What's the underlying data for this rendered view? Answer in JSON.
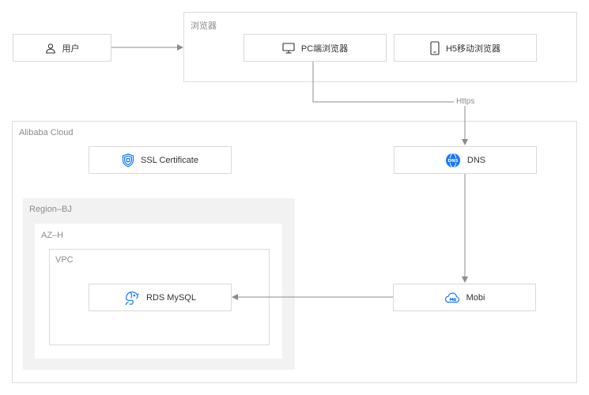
{
  "groups": {
    "browser": "浏览器",
    "cloud": "Alibaba Cloud",
    "region": "Region–BJ",
    "az": "AZ–H",
    "vpc": "VPC"
  },
  "nodes": {
    "user": {
      "label": "用户",
      "icon": "user-icon"
    },
    "pc_browser": {
      "label": "PC端浏览器",
      "icon": "monitor-icon"
    },
    "h5_browser": {
      "label": "H5移动浏览器",
      "icon": "mobile-phone-icon"
    },
    "ssl": {
      "label": "SSL Certificate",
      "icon": "ssl-shield-icon"
    },
    "dns": {
      "label": "DNS",
      "icon": "dns-icon"
    },
    "rds": {
      "label": "RDS MySQL",
      "icon": "rds-mysql-icon"
    },
    "mobi": {
      "label": "Mobi",
      "icon": "mobi-cloud-icon"
    }
  },
  "edges": {
    "https_label": "Https"
  },
  "colors": {
    "accent": "#1677ff",
    "line": "#8c8c8c",
    "border": "#d9d9d9",
    "region_fill": "#f2f2f2"
  }
}
